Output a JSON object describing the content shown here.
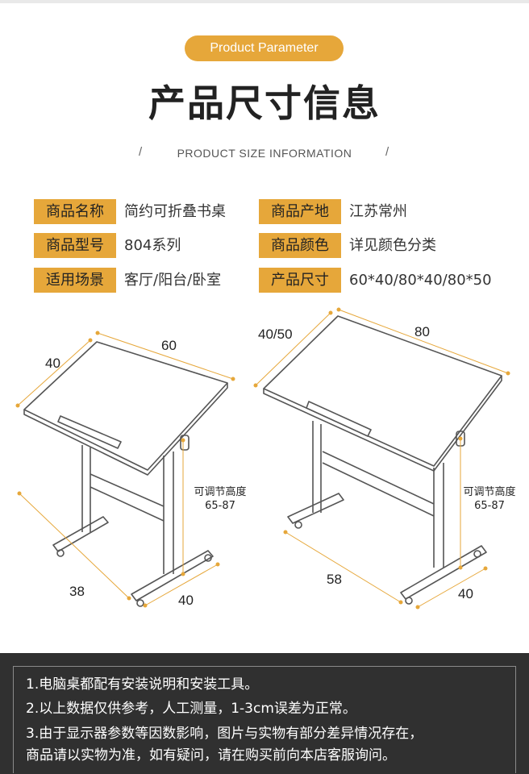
{
  "header": {
    "badge": "Product Parameter",
    "title": "产品尺寸信息",
    "subtitle": "PRODUCT SIZE INFORMATION",
    "divider": "/"
  },
  "params": [
    {
      "label": "商品名称",
      "value": "简约可折叠书桌"
    },
    {
      "label": "商品产地",
      "value": "江苏常州"
    },
    {
      "label": "商品型号",
      "value": "804系列"
    },
    {
      "label": "商品颜色",
      "value": "详见颜色分类"
    },
    {
      "label": "适用场景",
      "value": "客厅/阳台/卧室"
    },
    {
      "label": "产品尺寸",
      "value": "60*40/80*40/80*50"
    }
  ],
  "diagram_small": {
    "width": "60",
    "depth": "40",
    "base_width": "38",
    "base_depth": "40",
    "adjust_label": "可调节高度",
    "adjust_range": "65-87"
  },
  "diagram_large": {
    "width": "80",
    "depth": "40/50",
    "base_width": "58",
    "base_depth": "40",
    "adjust_label": "可调节高度",
    "adjust_range": "65-87"
  },
  "notes": [
    "1.电脑桌都配有安装说明和安装工具。",
    "2.以上数据仅供参考，人工测量，1-3cm误差为正常。",
    "3.由于显示器参数等因数影响，图片与实物有部分差异情况存在，",
    "商品请以实物为准，如有疑问，请在购买前向本店客服询问。"
  ],
  "colors": {
    "accent": "#e6a73a",
    "notes_bg": "#303030"
  }
}
